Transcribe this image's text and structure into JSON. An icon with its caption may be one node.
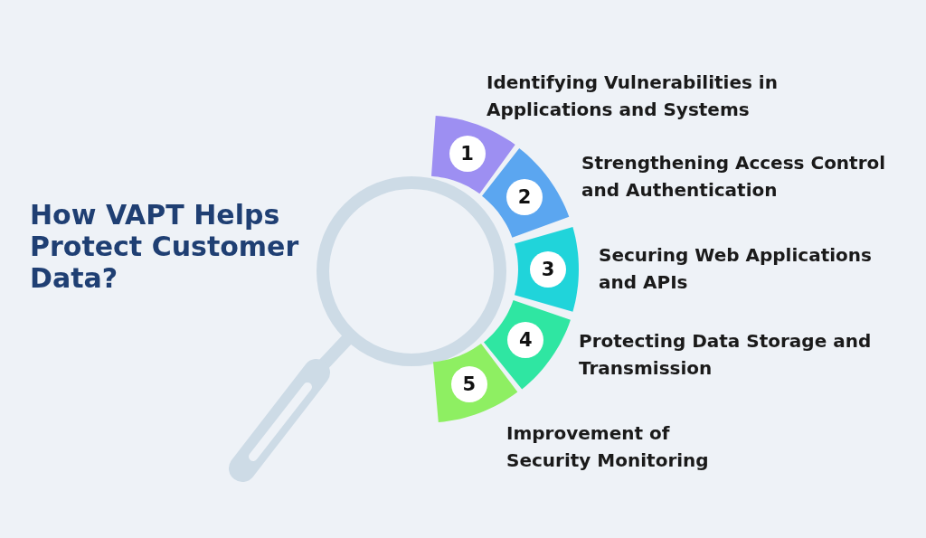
{
  "diagram": {
    "title": "How **VAPT** Helps Protect Customer Data?",
    "nodes": [
      {
        "text": [
          "1"
        ],
        "beside": [
          "Identifying Vulnerabilities in Applications and Systems"
        ]
      },
      {
        "text": [
          "2"
        ],
        "beside": [
          "Strengthening Access Control and Authentication"
        ]
      },
      {
        "text": [
          "3"
        ],
        "beside": [
          "Securing Web Applications and APIs"
        ]
      },
      {
        "text": [
          "4"
        ],
        "beside": [
          "Protecting Data Storage and Transmission"
        ]
      },
      {
        "text": [
          "5"
        ],
        "beside": [
          "Improvement of Security Monitoring"
        ]
      }
    ]
  }
}
